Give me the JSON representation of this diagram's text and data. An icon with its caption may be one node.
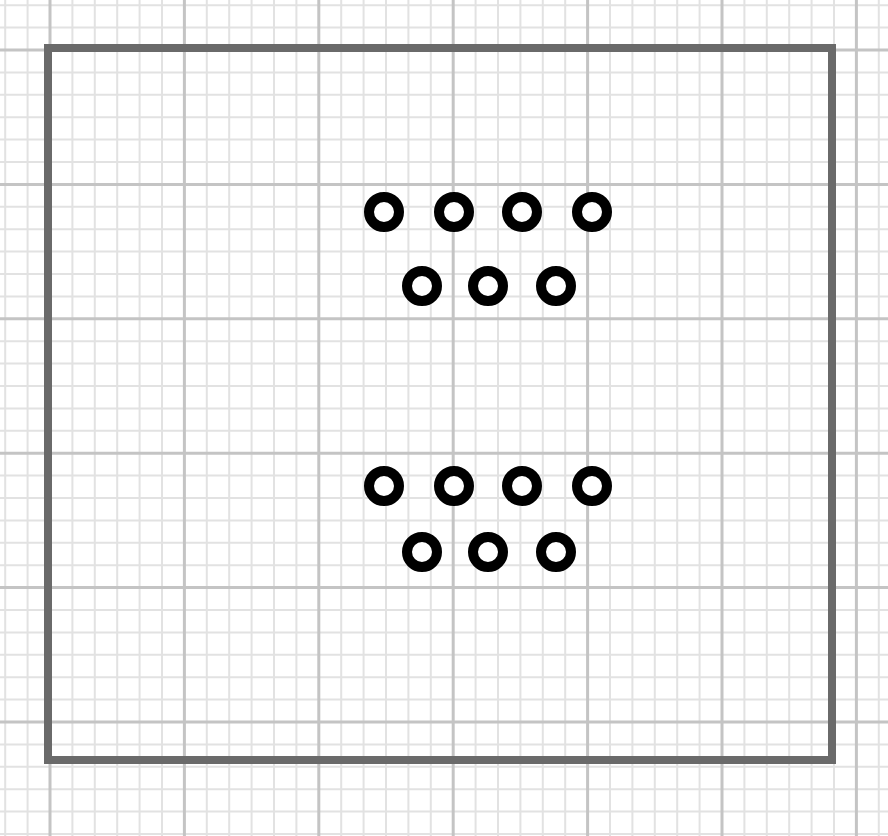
{
  "diagram": {
    "nodes": [
      {
        "text": [],
        "shape": "box"
      },
      {
        "text": [],
        "shape": "circle",
        "in": 0
      },
      {
        "text": [],
        "shape": "circle",
        "in": 0
      },
      {
        "text": [],
        "shape": "circle",
        "in": 0
      },
      {
        "text": [],
        "shape": "circle",
        "in": 0
      },
      {
        "text": [],
        "shape": "circle",
        "in": 0
      },
      {
        "text": [],
        "shape": "circle",
        "in": 0
      },
      {
        "text": [],
        "shape": "circle",
        "in": 0
      },
      {
        "text": [],
        "shape": "circle",
        "in": 0
      },
      {
        "text": [],
        "shape": "circle",
        "in": 0
      },
      {
        "text": [],
        "shape": "circle",
        "in": 0
      },
      {
        "text": [],
        "shape": "circle",
        "in": 0
      },
      {
        "text": [],
        "shape": "circle",
        "in": 0
      },
      {
        "text": [],
        "shape": "circle",
        "in": 0
      },
      {
        "text": [],
        "shape": "circle",
        "in": 0
      }
    ]
  }
}
